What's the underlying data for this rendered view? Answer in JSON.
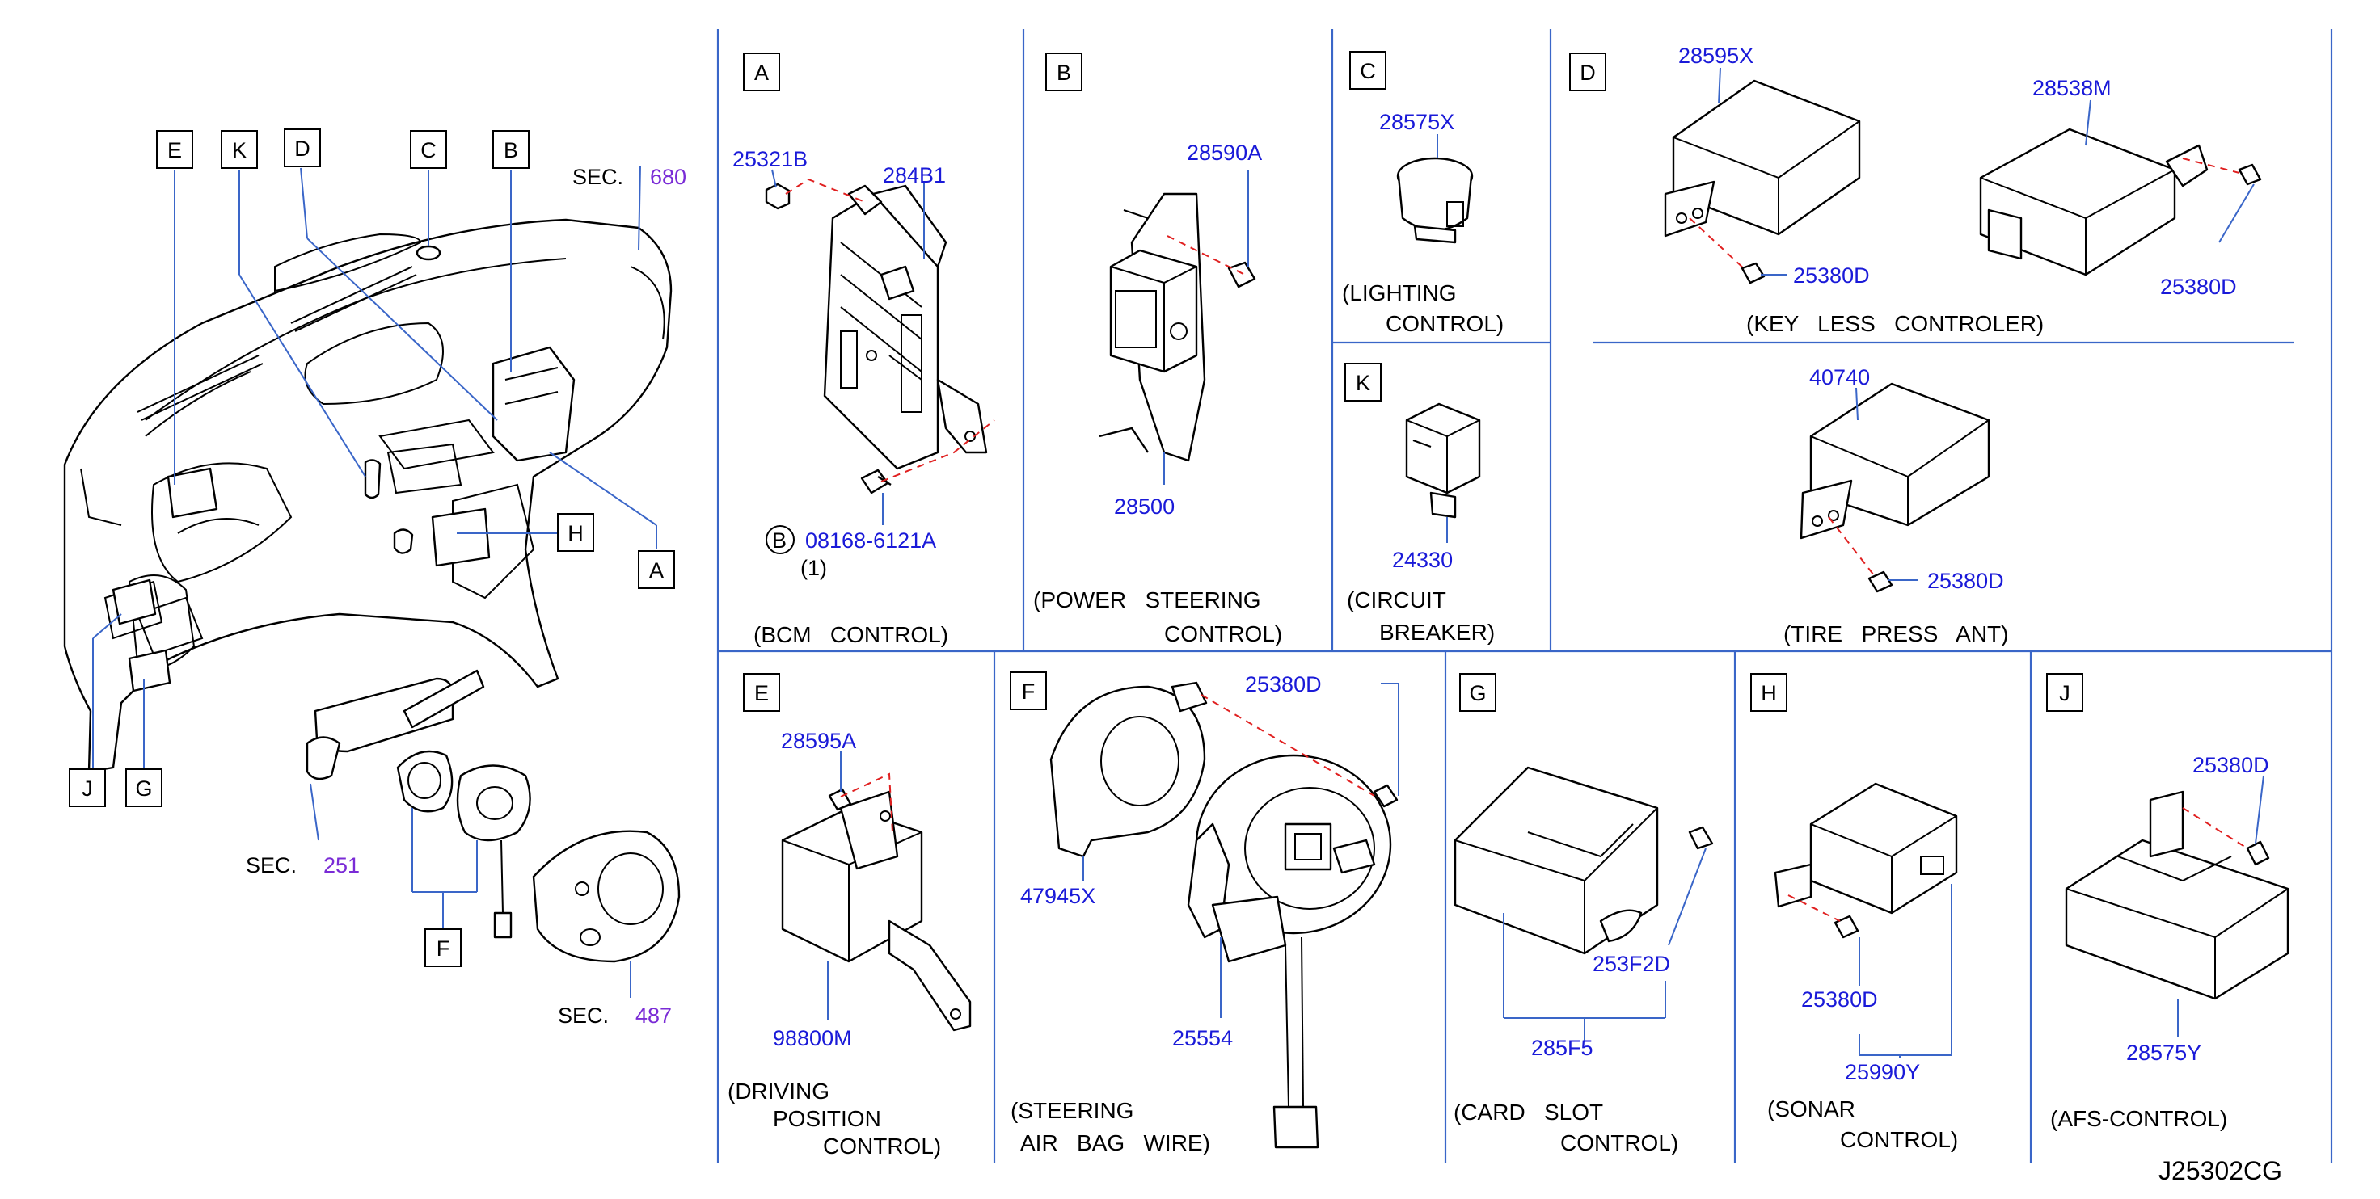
{
  "diagram": {
    "id": "J25302CG",
    "overview": {
      "callouts": [
        "E",
        "K",
        "D",
        "C",
        "B",
        "H",
        "A",
        "J",
        "G",
        "F"
      ],
      "sec_label": "SEC.",
      "sections": [
        "680",
        "251",
        "487"
      ]
    },
    "panels": {
      "A": {
        "letter": "A",
        "parts": [
          "25321B",
          "284B1",
          "08168-6121A"
        ],
        "qty": "(1)",
        "circle": "B",
        "caption": [
          "(BCM   CONTROL)"
        ]
      },
      "B": {
        "letter": "B",
        "parts": [
          "28590A",
          "28500"
        ],
        "caption": [
          "(POWER   STEERING",
          "CONTROL)"
        ]
      },
      "C": {
        "letter": "C",
        "parts": [
          "28575X"
        ],
        "caption": [
          "(LIGHTING",
          "CONTROL)"
        ]
      },
      "K": {
        "letter": "K",
        "parts": [
          "24330"
        ],
        "caption": [
          "(CIRCUIT",
          "BREAKER)"
        ]
      },
      "D": {
        "letter": "D",
        "parts": [
          "28595X",
          "28538M",
          "25380D",
          "25380D"
        ],
        "caption": [
          "(KEY   LESS   CONTROLER)"
        ]
      },
      "D2": {
        "parts": [
          "40740",
          "25380D"
        ],
        "caption": [
          "(TIRE   PRESS   ANT)"
        ]
      },
      "E": {
        "letter": "E",
        "parts": [
          "28595A",
          "98800M"
        ],
        "caption": [
          "(DRIVING",
          "POSITION",
          "CONTROL)"
        ]
      },
      "F": {
        "letter": "F",
        "parts": [
          "25380D",
          "47945X",
          "25554"
        ],
        "caption": [
          "(STEERING",
          "AIR   BAG   WIRE)"
        ]
      },
      "G": {
        "letter": "G",
        "parts": [
          "253F2D",
          "285F5"
        ],
        "caption": [
          "(CARD   SLOT",
          "CONTROL)"
        ]
      },
      "H": {
        "letter": "H",
        "parts": [
          "25380D",
          "25990Y"
        ],
        "caption": [
          "(SONAR",
          "CONTROL)"
        ]
      },
      "J": {
        "letter": "J",
        "parts": [
          "25380D",
          "28575Y"
        ],
        "caption": [
          "(AFS-CONTROL)"
        ]
      }
    }
  }
}
